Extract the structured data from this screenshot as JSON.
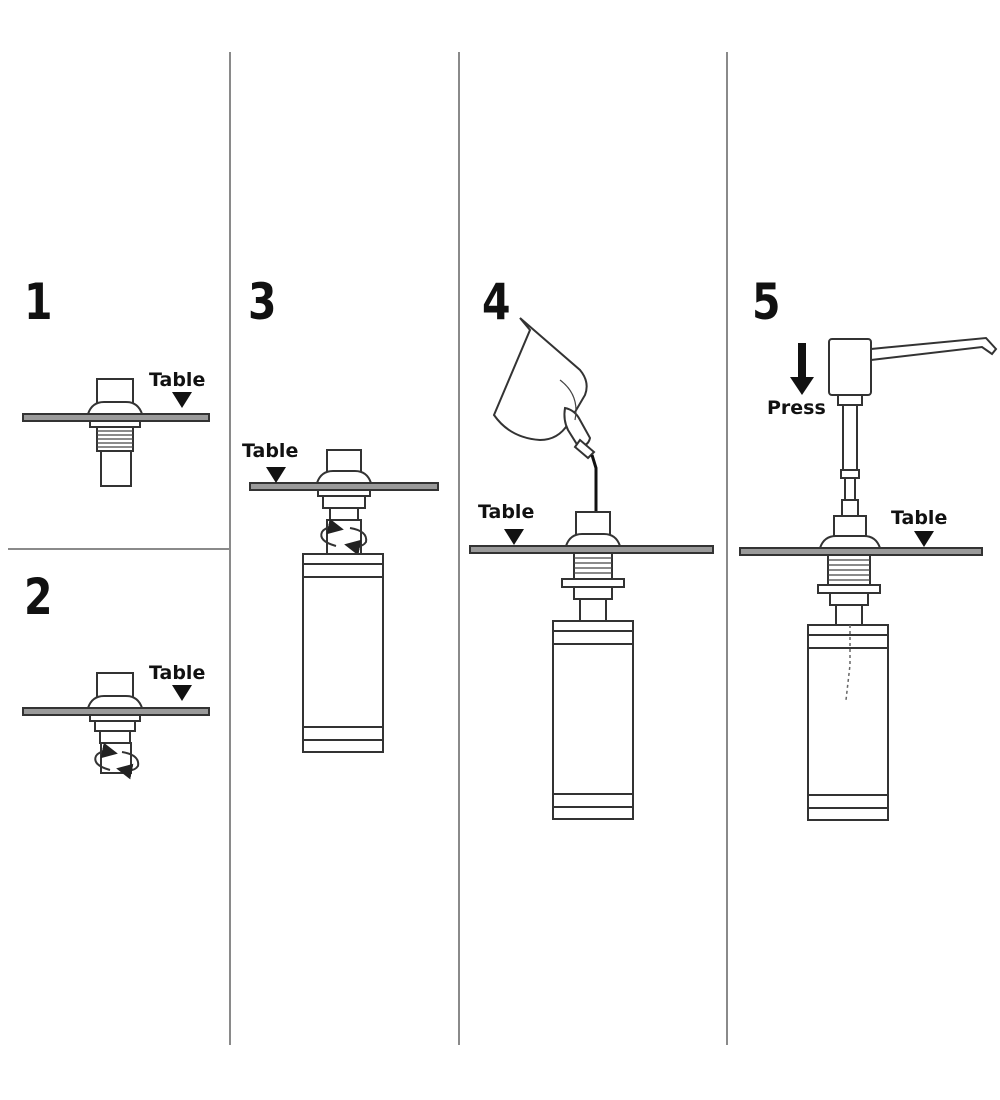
{
  "steps": [
    {
      "number": "1",
      "table_label": "Table"
    },
    {
      "number": "2",
      "table_label": "Table"
    },
    {
      "number": "3",
      "table_label": "Table"
    },
    {
      "number": "4",
      "table_label": "Table"
    },
    {
      "number": "5",
      "table_label": "Table",
      "action_label": "Press"
    }
  ],
  "icons": {
    "arrow_down": "solid-down-arrow-icon",
    "rotate": "rotate-arrows-icon"
  }
}
